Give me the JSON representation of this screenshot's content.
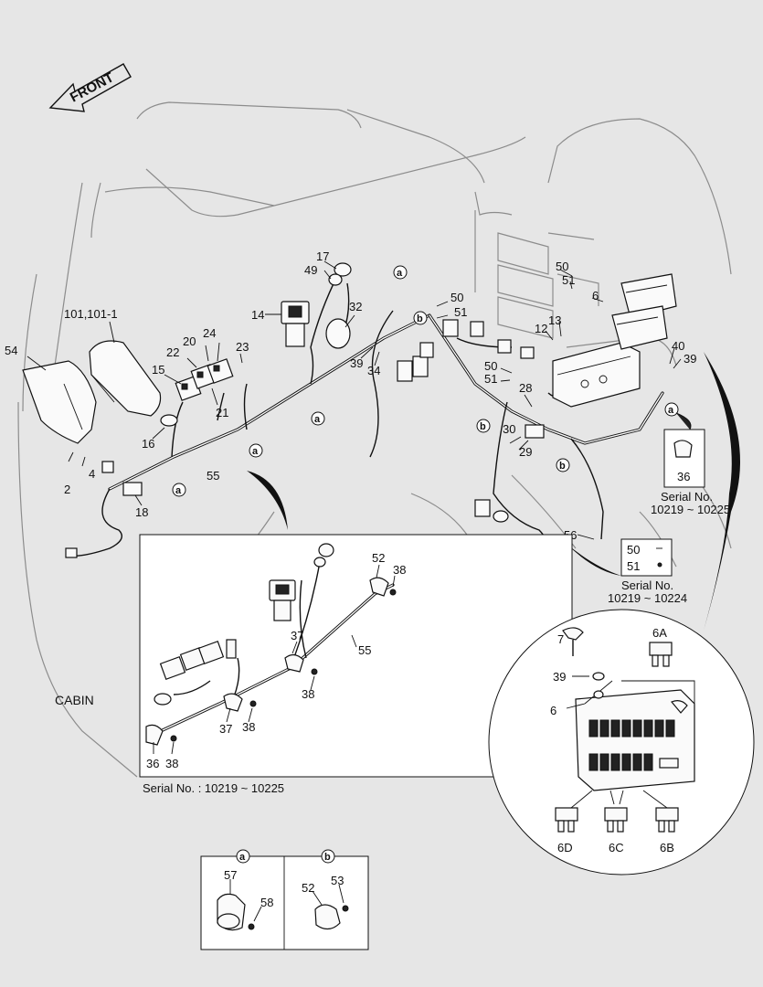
{
  "front_label": "FRONT",
  "cabin_label": "CABIN",
  "detail_serial": "Serial No. : 10219 ~ 10225",
  "serial_box_1": {
    "title": "Serial No.",
    "range": "10219 ~ 10225",
    "part": "36"
  },
  "serial_box_2": {
    "title": "Serial No.",
    "range": "10219 ~ 10224",
    "parts": [
      "50",
      "51"
    ]
  },
  "clamp_refs": {
    "a": "a",
    "b": "b"
  },
  "main_labels": [
    {
      "id": "54",
      "text": "54"
    },
    {
      "id": "101",
      "text": "101,101-1"
    },
    {
      "id": "2",
      "text": "2"
    },
    {
      "id": "4",
      "text": "4"
    },
    {
      "id": "15",
      "text": "15"
    },
    {
      "id": "22",
      "text": "22"
    },
    {
      "id": "20",
      "text": "20"
    },
    {
      "id": "24",
      "text": "24"
    },
    {
      "id": "23",
      "text": "23"
    },
    {
      "id": "21",
      "text": "21"
    },
    {
      "id": "16",
      "text": "16"
    },
    {
      "id": "18",
      "text": "18"
    },
    {
      "id": "55",
      "text": "55"
    },
    {
      "id": "14",
      "text": "14"
    },
    {
      "id": "17",
      "text": "17"
    },
    {
      "id": "49",
      "text": "49"
    },
    {
      "id": "32",
      "text": "32"
    },
    {
      "id": "39a",
      "text": "39"
    },
    {
      "id": "34",
      "text": "34"
    },
    {
      "id": "50a",
      "text": "50"
    },
    {
      "id": "51a",
      "text": "51"
    },
    {
      "id": "50b",
      "text": "50"
    },
    {
      "id": "51b",
      "text": "51"
    },
    {
      "id": "28",
      "text": "28"
    },
    {
      "id": "30",
      "text": "30"
    },
    {
      "id": "29",
      "text": "29"
    },
    {
      "id": "12",
      "text": "12"
    },
    {
      "id": "13",
      "text": "13"
    },
    {
      "id": "50c",
      "text": "50"
    },
    {
      "id": "51c",
      "text": "51"
    },
    {
      "id": "6",
      "text": "6"
    },
    {
      "id": "40",
      "text": "40"
    },
    {
      "id": "39b",
      "text": "39"
    },
    {
      "id": "36a",
      "text": "36"
    },
    {
      "id": "56",
      "text": "56"
    }
  ],
  "detail_labels": [
    {
      "id": "52",
      "text": "52"
    },
    {
      "id": "38a",
      "text": "38"
    },
    {
      "id": "55d",
      "text": "55"
    },
    {
      "id": "37a",
      "text": "37"
    },
    {
      "id": "38b",
      "text": "38"
    },
    {
      "id": "37b",
      "text": "37"
    },
    {
      "id": "38c",
      "text": "38"
    },
    {
      "id": "36d",
      "text": "36"
    },
    {
      "id": "38d",
      "text": "38"
    }
  ],
  "fuse_box": {
    "labels": {
      "bolt": "7",
      "washer": "39",
      "box": "6",
      "fuse_a": "6A",
      "fuse_b": "6B",
      "fuse_c": "6C",
      "fuse_d": "6D"
    }
  },
  "clamp_detail_a": {
    "ref": "a",
    "clamp": "57",
    "bolt": "58"
  },
  "clamp_detail_b": {
    "ref": "b",
    "clamp": "52",
    "bolt": "53"
  }
}
